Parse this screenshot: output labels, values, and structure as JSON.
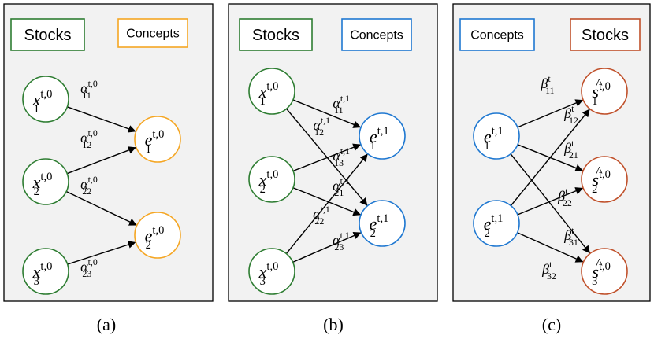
{
  "colors": {
    "stock": "#2e7d32",
    "concept_a": "#f5a623",
    "concept": "#1f78d1",
    "stock_out": "#c0502a"
  },
  "panels": [
    {
      "caption": "(a)",
      "headers": [
        {
          "text": "Stocks",
          "color": "stock"
        },
        {
          "text": "Concepts",
          "color": "concept_a"
        }
      ],
      "nodes": [
        {
          "base": "x",
          "sub": "1",
          "sup": "t,0",
          "hat": false,
          "color": "stock"
        },
        {
          "base": "x",
          "sub": "2",
          "sup": "t,0",
          "hat": false,
          "color": "stock"
        },
        {
          "base": "x",
          "sub": "3",
          "sup": "t,0",
          "hat": false,
          "color": "stock"
        },
        {
          "base": "e",
          "sub": "1",
          "sup": "t,0",
          "hat": false,
          "color": "concept_a"
        },
        {
          "base": "e",
          "sub": "2",
          "sup": "t,0",
          "hat": false,
          "color": "concept_a"
        }
      ],
      "edges": [
        {
          "from": 0,
          "to": 3
        },
        {
          "from": 1,
          "to": 3
        },
        {
          "from": 1,
          "to": 4
        },
        {
          "from": 2,
          "to": 4
        }
      ],
      "labels": [
        {
          "base": "α",
          "sub": "11",
          "sup": "t,0"
        },
        {
          "base": "α",
          "sub": "12",
          "sup": "t,0"
        },
        {
          "base": "α",
          "sub": "22",
          "sup": "t,0"
        },
        {
          "base": "α",
          "sub": "23",
          "sup": "t,0"
        }
      ]
    },
    {
      "caption": "(b)",
      "headers": [
        {
          "text": "Stocks",
          "color": "stock"
        },
        {
          "text": "Concepts",
          "color": "concept"
        }
      ],
      "nodes": [
        {
          "base": "x",
          "sub": "1",
          "sup": "t,0",
          "hat": false,
          "color": "stock"
        },
        {
          "base": "x",
          "sub": "2",
          "sup": "t,0",
          "hat": false,
          "color": "stock"
        },
        {
          "base": "x",
          "sub": "3",
          "sup": "t,0",
          "hat": false,
          "color": "stock"
        },
        {
          "base": "e",
          "sub": "1",
          "sup": "t,1",
          "hat": false,
          "color": "concept"
        },
        {
          "base": "e",
          "sub": "2",
          "sup": "t,1",
          "hat": false,
          "color": "concept"
        }
      ],
      "edges": [
        {
          "from": 0,
          "to": 3
        },
        {
          "from": 0,
          "to": 4
        },
        {
          "from": 1,
          "to": 3
        },
        {
          "from": 1,
          "to": 4
        },
        {
          "from": 2,
          "to": 3
        },
        {
          "from": 2,
          "to": 4
        }
      ],
      "labels": [
        {
          "base": "α",
          "sub": "11",
          "sup": "t,1"
        },
        {
          "base": "α",
          "sub": "12",
          "sup": "t,1"
        },
        {
          "base": "α",
          "sub": "13",
          "sup": "t,1"
        },
        {
          "base": "α",
          "sub": "21",
          "sup": "t,1"
        },
        {
          "base": "α",
          "sub": "22",
          "sup": "t,1"
        },
        {
          "base": "α",
          "sub": "23",
          "sup": "t,1"
        }
      ]
    },
    {
      "caption": "(c)",
      "headers": [
        {
          "text": "Concepts",
          "color": "concept"
        },
        {
          "text": "Stocks",
          "color": "stock_out"
        }
      ],
      "nodes": [
        {
          "base": "e",
          "sub": "1",
          "sup": "t,1",
          "hat": false,
          "color": "concept"
        },
        {
          "base": "e",
          "sub": "2",
          "sup": "t,1",
          "hat": false,
          "color": "concept"
        },
        {
          "base": "s",
          "sub": "1",
          "sup": "t,0",
          "hat": true,
          "color": "stock_out"
        },
        {
          "base": "s",
          "sub": "2",
          "sup": "t,0",
          "hat": true,
          "color": "stock_out"
        },
        {
          "base": "s",
          "sub": "3",
          "sup": "t,0",
          "hat": true,
          "color": "stock_out"
        }
      ],
      "edges": [
        {
          "from": 0,
          "to": 2
        },
        {
          "from": 0,
          "to": 3
        },
        {
          "from": 0,
          "to": 4
        },
        {
          "from": 1,
          "to": 2
        },
        {
          "from": 1,
          "to": 3
        },
        {
          "from": 1,
          "to": 4
        }
      ],
      "labels": [
        {
          "base": "β",
          "sub": "11",
          "sup": "t"
        },
        {
          "base": "β",
          "sub": "12",
          "sup": "t"
        },
        {
          "base": "β",
          "sub": "21",
          "sup": "t"
        },
        {
          "base": "β",
          "sub": "22",
          "sup": "t"
        },
        {
          "base": "β",
          "sub": "31",
          "sup": "t"
        },
        {
          "base": "β",
          "sub": "32",
          "sup": "t"
        }
      ]
    }
  ]
}
